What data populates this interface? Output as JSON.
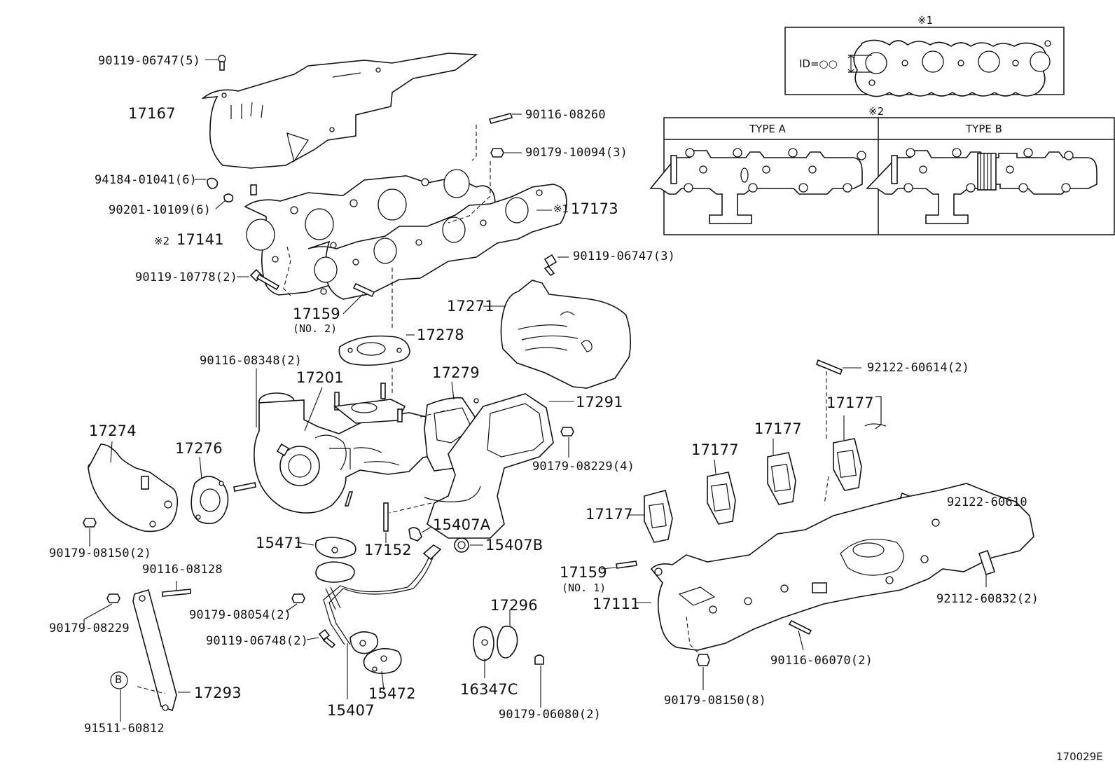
{
  "callout_symbol": "※",
  "labels": {
    "p90119_06747_5": "90119-06747(5)",
    "p17167": "17167",
    "p90116_08260": "90116-08260",
    "p90179_10094_3": "90179-10094(3)",
    "p94184_01041_6": "94184-01041(6)",
    "p90201_10109_6": "90201-10109(6)",
    "p17173": "17173",
    "p17141": "17141",
    "p90119_06747_3": "90119-06747(3)",
    "p90119_10778_2": "90119-10778(2)",
    "p17159_no2": "17159",
    "p17159_no2_sub": "(NO. 2)",
    "p17271": "17271",
    "p17278": "17278",
    "p90116_08348_2": "90116-08348(2)",
    "p17201": "17201",
    "p17279": "17279",
    "p17291": "17291",
    "p92122_60614_2": "92122-60614(2)",
    "p17177_a": "17177",
    "p17177_b": "17177",
    "p17177_c": "17177",
    "p17177_d": "17177",
    "p17274": "17274",
    "p17276": "17276",
    "p90179_08229_4": "90179-08229(4)",
    "p92122_60610": "92122-60610",
    "p15407A": "15407A",
    "p15471": "15471",
    "p17152": "17152",
    "p15407B": "15407B",
    "p90179_08150_2": "90179-08150(2)",
    "p90116_08128": "90116-08128",
    "p17159_no1": "17159",
    "p17159_no1_sub": "(NO. 1)",
    "p17111": "17111",
    "p92112_60832_2": "92112-60832(2)",
    "p90179_08229": "90179-08229",
    "p90179_08054_2": "90179-08054(2)",
    "p17296": "17296",
    "p90119_06748_2": "90119-06748(2)",
    "p90116_06070_2": "90116-06070(2)",
    "p16347C": "16347C",
    "p17293": "17293",
    "p15472": "15472",
    "p15407": "15407",
    "p90179_06080_2": "90179-06080(2)",
    "p90179_08150_8": "90179-08150(8)",
    "p91511_60812": "91511-60812"
  },
  "callout_markers": {
    "m17173": "※1",
    "m17141": "※2"
  },
  "inset1": {
    "title": "※1",
    "id_label": "ID=○○"
  },
  "inset2": {
    "title": "※2",
    "type_a": "TYPE A",
    "type_b": "TYPE B"
  },
  "circle_b": "B",
  "figure_code": "170029E"
}
